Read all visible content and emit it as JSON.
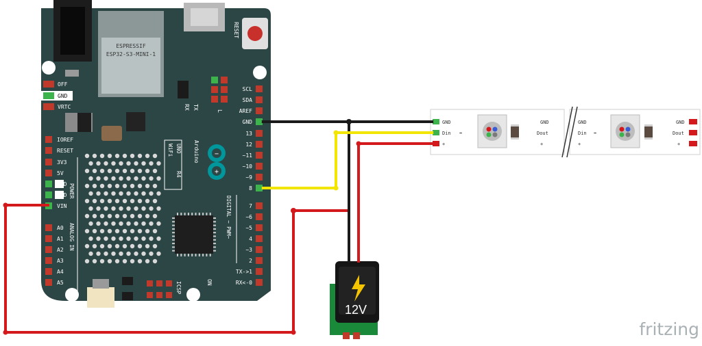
{
  "board": {
    "module_line1": "ESPRESSIF",
    "module_line2": "ESP32-S3-MINI-1",
    "reset_label": "RESET",
    "brand": "Arduino",
    "model_line1": "UNO",
    "model_line2": "R4",
    "wifi": "WiFi",
    "power_label": "POWER",
    "analog_label": "ANALOG IN",
    "digital_label": "DIGITAL ~ PWM~",
    "icsp_label": "ICSP",
    "on_label": "ON",
    "tx_label": "TX",
    "rx_label": "RX",
    "l_label": "L",
    "top_left_labels": [
      "OFF",
      "GND",
      "VRTC"
    ],
    "left_pins": [
      "IOREF",
      "RESET",
      "3V3",
      "5V",
      "GND",
      "GND",
      "VIN",
      "A0",
      "A1",
      "A2",
      "A3",
      "A4",
      "A5"
    ],
    "right_pins": [
      "SCL",
      "SDA",
      "AREF",
      "GND",
      "13",
      "12",
      "~11",
      "~10",
      "~9",
      "8",
      "7",
      "~6",
      "~5",
      "4",
      "~3",
      "2",
      "TX->1",
      "RX<-0"
    ]
  },
  "strip": {
    "seg1_left": [
      "GND",
      "Din",
      "+"
    ],
    "seg1_right": [
      "GND",
      "Dout",
      "+"
    ],
    "seg2_left": [
      "GND",
      "Din",
      "+"
    ],
    "seg2_right": [
      "GND",
      "Dout",
      "+"
    ]
  },
  "power_jack": {
    "label": "12V"
  },
  "wires": [
    {
      "name": "GND",
      "color": "#1a1a1a"
    },
    {
      "name": "Data",
      "color": "#f2e600"
    },
    {
      "name": "12V positive",
      "color": "#d3191c"
    }
  ],
  "watermark": "fritzing",
  "colors": {
    "board": "#2c4545",
    "pin_red": "#c0392b",
    "pin_green": "#3cb44b",
    "wire_red": "#d3191c",
    "wire_yellow": "#f2e600",
    "wire_black": "#1a1a1a"
  }
}
